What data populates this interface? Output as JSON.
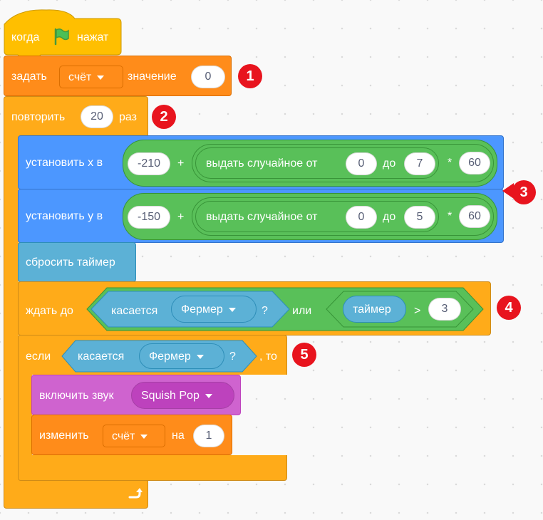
{
  "hat": {
    "label_when": "когда",
    "label_clicked": "нажат",
    "flag_icon": "green-flag-icon"
  },
  "set_var": {
    "label": "задать",
    "variable": "счёт",
    "label_value": "значение",
    "value": "0"
  },
  "repeat": {
    "label": "повторить",
    "count": "20",
    "label_times": "раз"
  },
  "set_x": {
    "label": "установить x в",
    "base": "-210",
    "plus": "+",
    "random_label": "выдать случайное от",
    "from": "0",
    "to_label": "до",
    "to": "7",
    "times": "*",
    "mult": "60"
  },
  "set_y": {
    "label": "установить у в",
    "base": "-150",
    "plus": "+",
    "random_label": "выдать случайное от",
    "from": "0",
    "to_label": "до",
    "to": "5",
    "times": "*",
    "mult": "60"
  },
  "reset_timer": {
    "label": "сбросить таймер"
  },
  "wait_until": {
    "label": "ждать до",
    "touching_label": "касается",
    "sprite": "Фермер",
    "question": "?",
    "or_label": "или",
    "timer_label": "таймер",
    "gt": ">",
    "value": "3"
  },
  "if_block": {
    "label": "если",
    "touching_label": "касается",
    "sprite": "Фермер",
    "question": "?",
    "then_label": ", то"
  },
  "play_sound": {
    "label": "включить звук",
    "sound": "Squish Pop"
  },
  "change_var": {
    "label": "изменить",
    "variable": "счёт",
    "label_by": "на",
    "value": "1"
  },
  "loop_icon": "loop-arrow-icon",
  "annotations": [
    "1",
    "2",
    "3",
    "4",
    "5"
  ],
  "colors": {
    "events": "#FFBF00",
    "variables": "#FF8C1A",
    "control": "#FFAB19",
    "motion": "#4C97FF",
    "sensing": "#5CB1D6",
    "sound": "#CF63CF",
    "operators": "#59C059",
    "badge": "#E8141E"
  }
}
